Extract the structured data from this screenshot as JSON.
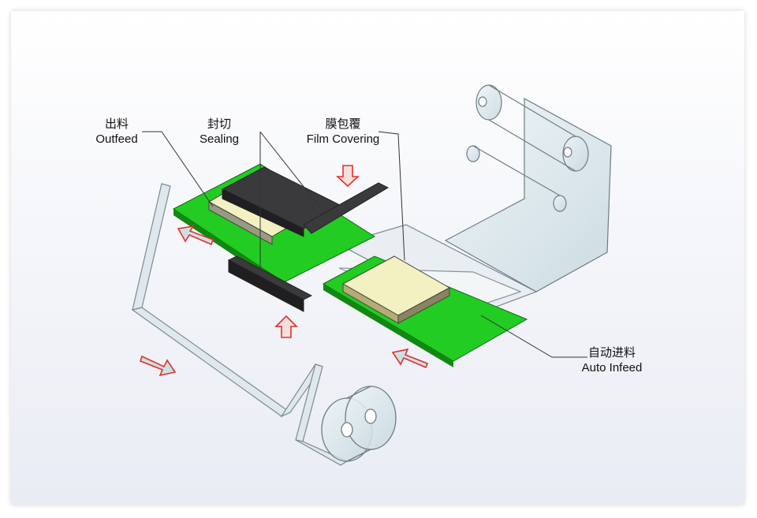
{
  "labels": {
    "outfeed": {
      "zh": "出料",
      "en": "Outfeed"
    },
    "sealing": {
      "zh": "封切",
      "en": "Sealing"
    },
    "film_covering": {
      "zh": "膜包覆",
      "en": "Film Covering"
    },
    "auto_infeed": {
      "zh": "自动进料",
      "en": "Auto Infeed"
    }
  },
  "colors": {
    "conveyor": "#22cc22",
    "product": "#f3f1c2",
    "sealer": "#3a3a3d",
    "arrow": "#e5302b",
    "arrow_fill": "#c9e0e4",
    "film": "#cfe0e6"
  },
  "icons": [
    "down-arrow-icon",
    "up-arrow-icon",
    "direction-arrow-icon",
    "film-roll-icon"
  ]
}
